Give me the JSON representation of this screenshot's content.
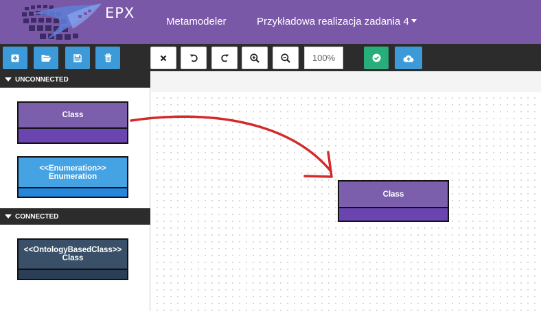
{
  "header": {
    "logo_text": "EPX",
    "nav": {
      "metamodeler": "Metamodeler",
      "project": "Przykładowa realizacja zadania 4"
    }
  },
  "toolbar": {
    "zoom_level": "100%",
    "buttons": [
      "plus-square-icon",
      "folder-open-icon",
      "save-icon",
      "trash-icon",
      "close-icon",
      "undo-icon",
      "redo-icon",
      "zoom-in-icon",
      "zoom-out-icon",
      "check-circle-icon",
      "cloud-upload-icon"
    ]
  },
  "sidebar": {
    "unconnected": {
      "title": "UNCONNECTED",
      "items": [
        {
          "label": "Class"
        },
        {
          "stereotype": "<<Enumeration>>",
          "label": "Enumeration"
        }
      ]
    },
    "connected": {
      "title": "CONNECTED",
      "items": [
        {
          "stereotype": "<<OntologyBasedClass>>",
          "label": "Class"
        }
      ]
    }
  },
  "canvas": {
    "nodes": [
      {
        "label": "Class"
      }
    ]
  },
  "colors": {
    "header": "#7a58a8",
    "toolbar": "#2c2c2c",
    "class_top": "#7b5fad",
    "class_bottom": "#6a45b0",
    "enum_top": "#45a3e3",
    "enum_bottom": "#2487db",
    "ontology_top": "#3a5068",
    "ontology_bottom": "#2a3f56",
    "arrow": "#d42a2a"
  }
}
